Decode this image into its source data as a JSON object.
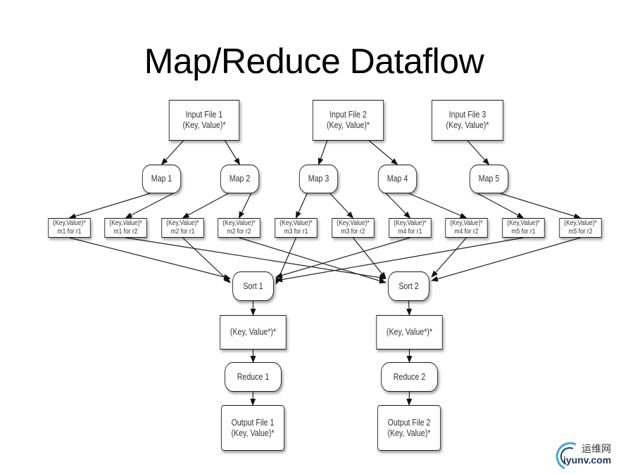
{
  "slide": {
    "title": "Map/Reduce Dataflow"
  },
  "diagram": {
    "inputs": [
      {
        "line1": "Input File 1",
        "line2": "(Key, Value)*"
      },
      {
        "line1": "Input File 2",
        "line2": "(Key, Value)*"
      },
      {
        "line1": "Input File 3",
        "line2": "(Key, Value)*"
      }
    ],
    "maps": [
      {
        "label": "Map 1"
      },
      {
        "label": "Map 2"
      },
      {
        "label": "Map 3"
      },
      {
        "label": "Map 4"
      },
      {
        "label": "Map 5"
      }
    ],
    "partitions": [
      {
        "line1": "(Key,Value)*",
        "line2": "m1 for r1"
      },
      {
        "line1": "(Key,Value)*",
        "line2": "m1 for r2"
      },
      {
        "line1": "(Key,Value)*",
        "line2": "m2 for r1"
      },
      {
        "line1": "(Key,Value)*",
        "line2": "m2 for r2"
      },
      {
        "line1": "(Key,Value)*",
        "line2": "m3 for r1"
      },
      {
        "line1": "(Key,Value)*",
        "line2": "m3 for r2"
      },
      {
        "line1": "(Key,Value)*",
        "line2": "m4 for r1"
      },
      {
        "line1": "(Key,Value)*",
        "line2": "m4 for r2"
      },
      {
        "line1": "(Key,Value)*",
        "line2": "m5 for r1"
      },
      {
        "line1": "(Key,Value)*",
        "line2": "m5 for r2"
      }
    ],
    "sorts": [
      {
        "label": "Sort 1"
      },
      {
        "label": "Sort 2"
      }
    ],
    "grouped": [
      {
        "label": "(Key, Value*)*"
      },
      {
        "label": "(Key, Value*)*"
      }
    ],
    "reduces": [
      {
        "label": "Reduce 1"
      },
      {
        "label": "Reduce 2"
      }
    ],
    "outputs": [
      {
        "line1": "Output File 1",
        "line2": "(Key, Value)*"
      },
      {
        "line1": "Output File 2",
        "line2": "(Key, Value)*"
      }
    ],
    "edges": [
      [
        "input-1",
        "map-1"
      ],
      [
        "input-1",
        "map-2"
      ],
      [
        "input-2",
        "map-3"
      ],
      [
        "input-2",
        "map-4"
      ],
      [
        "input-3",
        "map-5"
      ],
      [
        "map-1",
        "part-1"
      ],
      [
        "map-1",
        "part-2"
      ],
      [
        "map-2",
        "part-3"
      ],
      [
        "map-2",
        "part-4"
      ],
      [
        "map-3",
        "part-5"
      ],
      [
        "map-3",
        "part-6"
      ],
      [
        "map-4",
        "part-7"
      ],
      [
        "map-4",
        "part-8"
      ],
      [
        "map-5",
        "part-9"
      ],
      [
        "map-5",
        "part-10"
      ],
      [
        "part-1",
        "sort-1"
      ],
      [
        "part-3",
        "sort-1"
      ],
      [
        "part-5",
        "sort-1"
      ],
      [
        "part-7",
        "sort-1"
      ],
      [
        "part-9",
        "sort-1"
      ],
      [
        "part-2",
        "sort-2"
      ],
      [
        "part-4",
        "sort-2"
      ],
      [
        "part-6",
        "sort-2"
      ],
      [
        "part-8",
        "sort-2"
      ],
      [
        "part-10",
        "sort-2"
      ],
      [
        "sort-1",
        "group-1"
      ],
      [
        "sort-2",
        "group-2"
      ],
      [
        "group-1",
        "reduce-1"
      ],
      [
        "group-2",
        "reduce-2"
      ],
      [
        "reduce-1",
        "output-1"
      ],
      [
        "reduce-2",
        "output-2"
      ]
    ]
  },
  "watermark": {
    "text_cn": "运维网",
    "text_en": "iyunv.com",
    "color": "#1f3c66",
    "accent": "#3fa9e0"
  }
}
